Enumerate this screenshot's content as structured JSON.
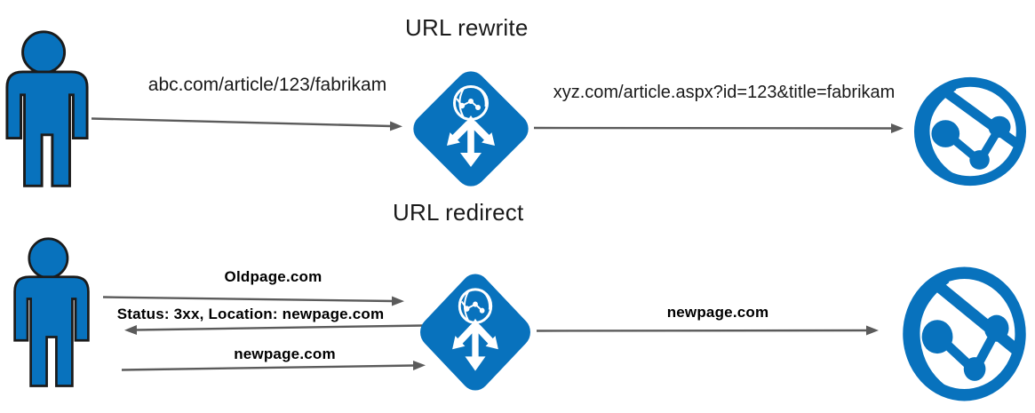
{
  "colors": {
    "azure-blue": "#0872BD",
    "arrow-gray": "#5B5B5B",
    "label-dark": "#1A1A1A",
    "bold-label": "#000000"
  },
  "rewrite": {
    "title": "URL rewrite",
    "request_url": "abc.com/article/123/fabrikam",
    "rewritten_url": "xyz.com/article.aspx?id=123&title=fabrikam"
  },
  "redirect": {
    "title": "URL redirect",
    "request_url": "Oldpage.com",
    "redirect_response": "Status: 3xx, Location: newpage.com",
    "new_request_url": "newpage.com",
    "forwarded_url": "newpage.com"
  },
  "icons": {
    "user": "user-icon (blue person pictogram)",
    "gateway": "application-gateway-icon (blue diamond, globe + trident arrows)",
    "web_app": "web-app-icon (blue globe with network nodes)"
  }
}
